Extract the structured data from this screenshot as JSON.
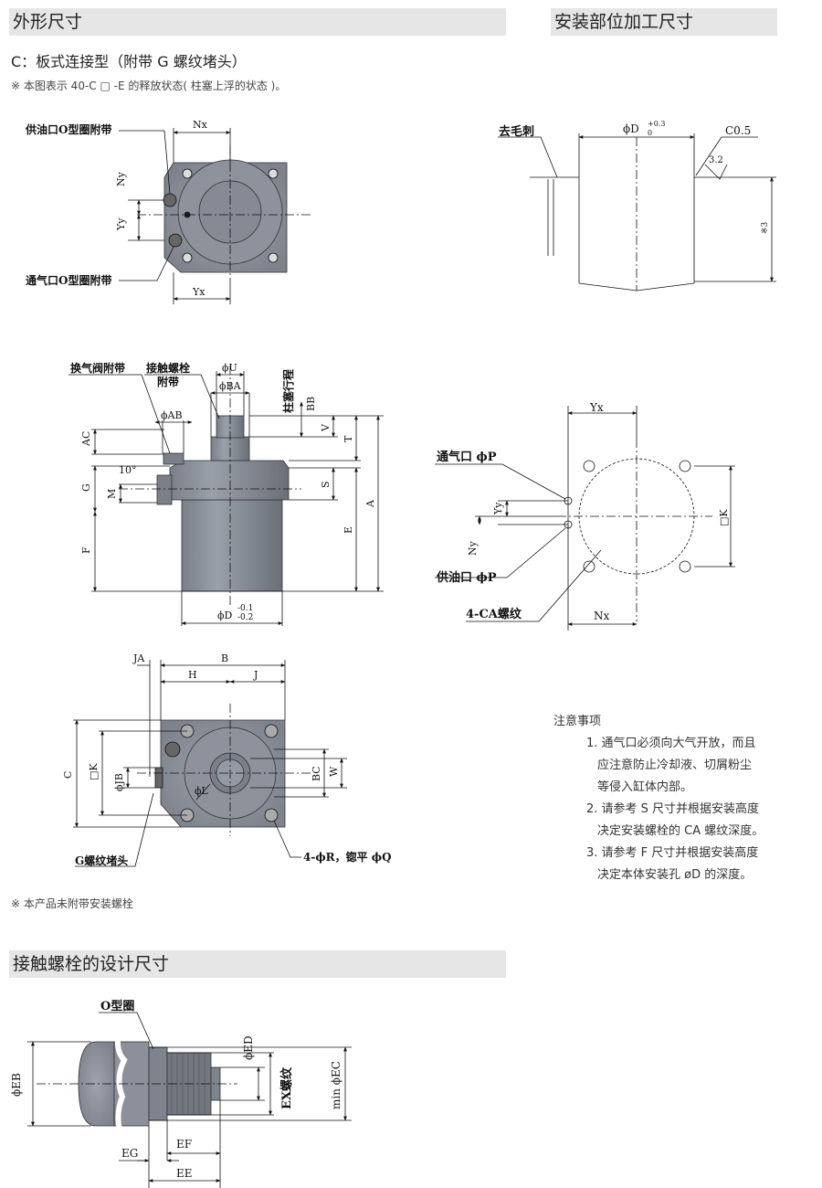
{
  "sections": {
    "outline": "外形尺寸",
    "mounting": "安装部位加工尺寸",
    "bolt_design": "接触螺栓的设计尺寸"
  },
  "subtitle": "C：板式连接型（附带 G 螺纹堵头）",
  "note_top": "※ 本图表示 40-C □ -E 的释放状态( 柱塞上浮的状态 )。",
  "note_bottom": "※ 本产品未附带安装螺栓",
  "top_view": {
    "supply_label": "供油口O型圈附带",
    "vent_label": "通气口O型圈附带",
    "nx": "Nx",
    "ny": "Ny",
    "yx": "Yx",
    "yy": "Yy"
  },
  "side_view": {
    "breather_label": "换气阀附带",
    "contact_bolt_label": "接触螺栓",
    "contact_bolt_label2": "附带",
    "stroke_label": "柱塞行程",
    "dims": {
      "u": "ϕU",
      "ba": "ϕBA",
      "ab": "ϕAB",
      "bb": "BB",
      "ac": "AC",
      "angle": "10°",
      "g": "G",
      "m": "M",
      "f": "F",
      "v": "V",
      "t": "T",
      "a": "A",
      "s": "S",
      "e": "E",
      "d": "ϕD",
      "d_tol_upper": "-0.1",
      "d_tol_lower": "-0.2"
    }
  },
  "bottom_view": {
    "ja": "JA",
    "b": "B",
    "h": "H",
    "j": "J",
    "c": "C",
    "k": "□K",
    "jb": "ϕJB",
    "l": "ϕL",
    "bc": "BC",
    "w": "W",
    "plug_label": "G螺纹堵头",
    "bolt_holes": "4-ϕR，锪平 ϕQ"
  },
  "mount_section": {
    "deburr": "去毛刺",
    "d": "ϕD",
    "d_tol_upper": "+0.3",
    "d_tol_lower": "0",
    "chamfer": "C0.5",
    "rough": "3.2",
    "depth": "※3"
  },
  "mount_plan": {
    "yx": "Yx",
    "vent": "通气口 ϕP",
    "yy": "Yy",
    "k": "□K",
    "ny": "Ny",
    "supply": "供油口 ϕP",
    "thread": "4-CA螺纹",
    "nx": "Nx"
  },
  "notes": {
    "title": "注意事项",
    "items": [
      "1. 通气口必须向大气开放，而且",
      "应注意防止冷却液、切屑粉尘",
      "等侵入缸体内部。",
      "2. 请参考 S 尺寸并根据安装高度",
      "决定安装螺栓的 CA 螺纹深度。",
      "3. 请参考 F 尺寸并根据安装高度",
      "决定本体安装孔 øD 的深度。"
    ]
  },
  "bolt": {
    "oring": "O型圈",
    "ed": "ϕED",
    "eb": "ϕEB",
    "ex": "EX螺纹",
    "ec": "min ϕEC",
    "ef": "EF",
    "eg": "EG",
    "ee": "EE"
  }
}
